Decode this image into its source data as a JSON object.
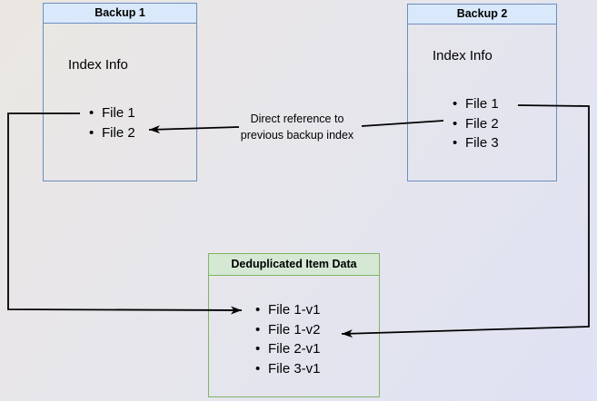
{
  "diagram": {
    "backup1": {
      "title": "Backup 1",
      "subtitle": "Index Info",
      "items": [
        "File 1",
        "File 2"
      ]
    },
    "backup2": {
      "title": "Backup 2",
      "subtitle": "Index Info",
      "items": [
        "File 1",
        "File 2",
        "File 3"
      ]
    },
    "dedup": {
      "title": "Deduplicated Item Data",
      "items": [
        "File 1-v1",
        "File 1-v2",
        "File 2-v1",
        "File 3-v1"
      ]
    },
    "annotation": {
      "line1": "Direct reference to",
      "line2": "previous backup index"
    },
    "colors": {
      "blue_fill": "#dae8fc",
      "blue_border": "#6c8ebf",
      "green_fill": "#d5e8d4",
      "green_border": "#82b366",
      "arrow": "#000000",
      "background_start": "#eae7e2",
      "background_end": "#dfe1f4"
    }
  }
}
